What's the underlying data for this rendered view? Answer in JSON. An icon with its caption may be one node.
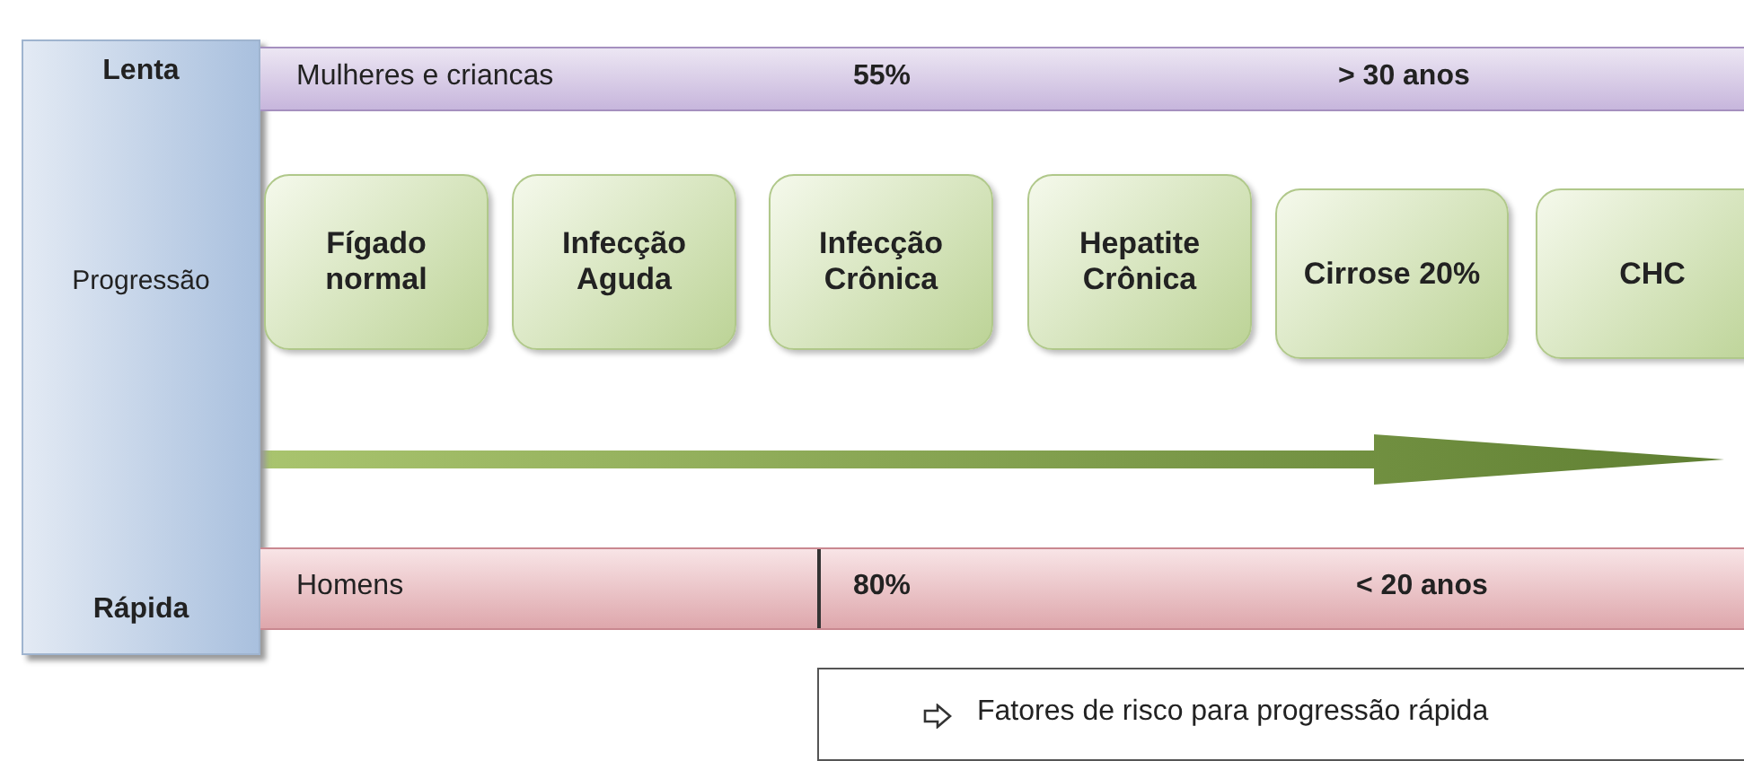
{
  "diagram": {
    "nodes": [
      {
        "text": [
          "Lenta",
          "Progressão",
          "Rápida"
        ]
      },
      {
        "text": [
          "Mulheres e criancas",
          "55%",
          "> 30 anos"
        ]
      },
      {
        "text": [
          "Fígado normal"
        ]
      },
      {
        "text": [
          "Infecção Aguda"
        ]
      },
      {
        "text": [
          "Infecção Crônica"
        ]
      },
      {
        "text": [
          "Hepatite Crônica"
        ]
      },
      {
        "text": [
          "Cirrose 20%"
        ]
      },
      {
        "text": [
          "CHC"
        ]
      },
      {
        "text": [
          "Homens",
          "80%",
          "< 20 anos"
        ]
      },
      {
        "text": [
          "Fatores de risco para progressão rápida"
        ]
      }
    ]
  }
}
